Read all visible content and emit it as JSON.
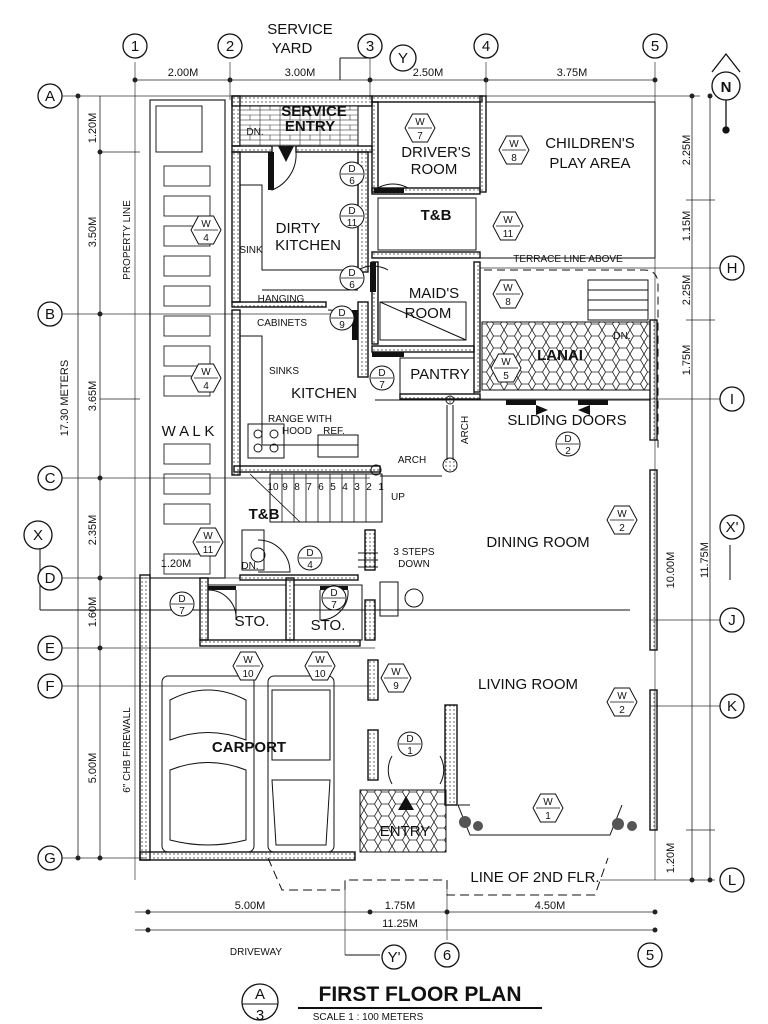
{
  "title": {
    "text": "FIRST FLOOR PLAN",
    "scale": "SCALE 1 : 100 METERS",
    "ref_top": "A",
    "ref_bottom": "3"
  },
  "grid": {
    "top": [
      "1",
      "2",
      "3",
      "4",
      "5"
    ],
    "left": [
      "A",
      "B",
      "C",
      "D",
      "E",
      "F",
      "G"
    ],
    "right": [
      "H",
      "I",
      "X'",
      "J",
      "K",
      "L"
    ],
    "bottom": [
      "Y'",
      "6",
      "5"
    ],
    "section_x": "X",
    "section_y": "Y"
  },
  "dims": {
    "top": [
      "2.00M",
      "3.00M",
      "2.50M",
      "3.75M"
    ],
    "left_outer": "17.30 METERS",
    "left_inner": [
      "1.20M",
      "3.50M",
      "3.65M",
      "2.35M",
      "1.60M",
      "5.00M"
    ],
    "right_outer": [
      "2.25M",
      "1.15M",
      "2.25M",
      "1.75M"
    ],
    "right_inner": [
      "11.75M",
      "10.00M",
      "1.20M"
    ],
    "bottom": [
      "5.00M",
      "1.75M",
      "4.50M"
    ],
    "bottom_total": "11.25M",
    "walk_small": "1.20M"
  },
  "rooms": {
    "service_yard": [
      "SERVICE",
      "YARD"
    ],
    "service_entry": [
      "SERVICE",
      "ENTRY"
    ],
    "drivers_room": [
      "DRIVER'S",
      "ROOM"
    ],
    "childrens_play": [
      "CHILDREN'S",
      "PLAY AREA"
    ],
    "tb_top": "T&B",
    "dirty_kitchen": [
      "DIRTY",
      "KITCHEN"
    ],
    "maids_room": [
      "MAID'S",
      "ROOM"
    ],
    "lanai": "LANAI",
    "pantry": "PANTRY",
    "kitchen": "KITCHEN",
    "tb_lower": "T&B",
    "dining_room": "DINING ROOM",
    "living_room": "LIVING ROOM",
    "sto1": "STO.",
    "sto2": "STO.",
    "carport": "CARPORT",
    "entry": "ENTRY"
  },
  "notes": {
    "dn_service": "DN.",
    "sink": "SINK",
    "hanging": "HANGING",
    "cabinets": "CABINETS",
    "sinks": "SINKS",
    "range_hood": [
      "RANGE WITH",
      "HOOD"
    ],
    "ref": "REF.",
    "arch": "ARCH",
    "arch_v": "ARCH",
    "terrace_line": "TERRACE LINE ABOVE",
    "dn_lanai": "DN.",
    "sliding_doors": "SLIDING DOORS",
    "up": "UP",
    "steps_down": [
      "3 STEPS",
      "DOWN"
    ],
    "dn_lower": "DN.",
    "line_2nd": "LINE OF 2ND FLR.",
    "property_line": "PROPERTY LINE",
    "walk": "W A L K",
    "firewall": "6\" CHB FIREWALL",
    "driveway": "DRIVEWAY",
    "north": "N",
    "stairs_numbers": [
      "10",
      "9",
      "8",
      "7",
      "6",
      "5",
      "4",
      "3",
      "2",
      "1"
    ]
  },
  "tags": {
    "w": [
      {
        "id": "W",
        "num": "7"
      },
      {
        "id": "W",
        "num": "8"
      },
      {
        "id": "W",
        "num": "11"
      },
      {
        "id": "W",
        "num": "4"
      },
      {
        "id": "W",
        "num": "8"
      },
      {
        "id": "W",
        "num": "5"
      },
      {
        "id": "W",
        "num": "4"
      },
      {
        "id": "W",
        "num": "11"
      },
      {
        "id": "W",
        "num": "2"
      },
      {
        "id": "W",
        "num": "10"
      },
      {
        "id": "W",
        "num": "10"
      },
      {
        "id": "W",
        "num": "9"
      },
      {
        "id": "W",
        "num": "2"
      },
      {
        "id": "W",
        "num": "1"
      }
    ],
    "d": [
      {
        "id": "D",
        "num": "6"
      },
      {
        "id": "D",
        "num": "11"
      },
      {
        "id": "D",
        "num": "6"
      },
      {
        "id": "D",
        "num": "9"
      },
      {
        "id": "D",
        "num": "7"
      },
      {
        "id": "D",
        "num": "2"
      },
      {
        "id": "D",
        "num": "4"
      },
      {
        "id": "D",
        "num": "7"
      },
      {
        "id": "D",
        "num": "7"
      },
      {
        "id": "D",
        "num": "1"
      }
    ]
  }
}
